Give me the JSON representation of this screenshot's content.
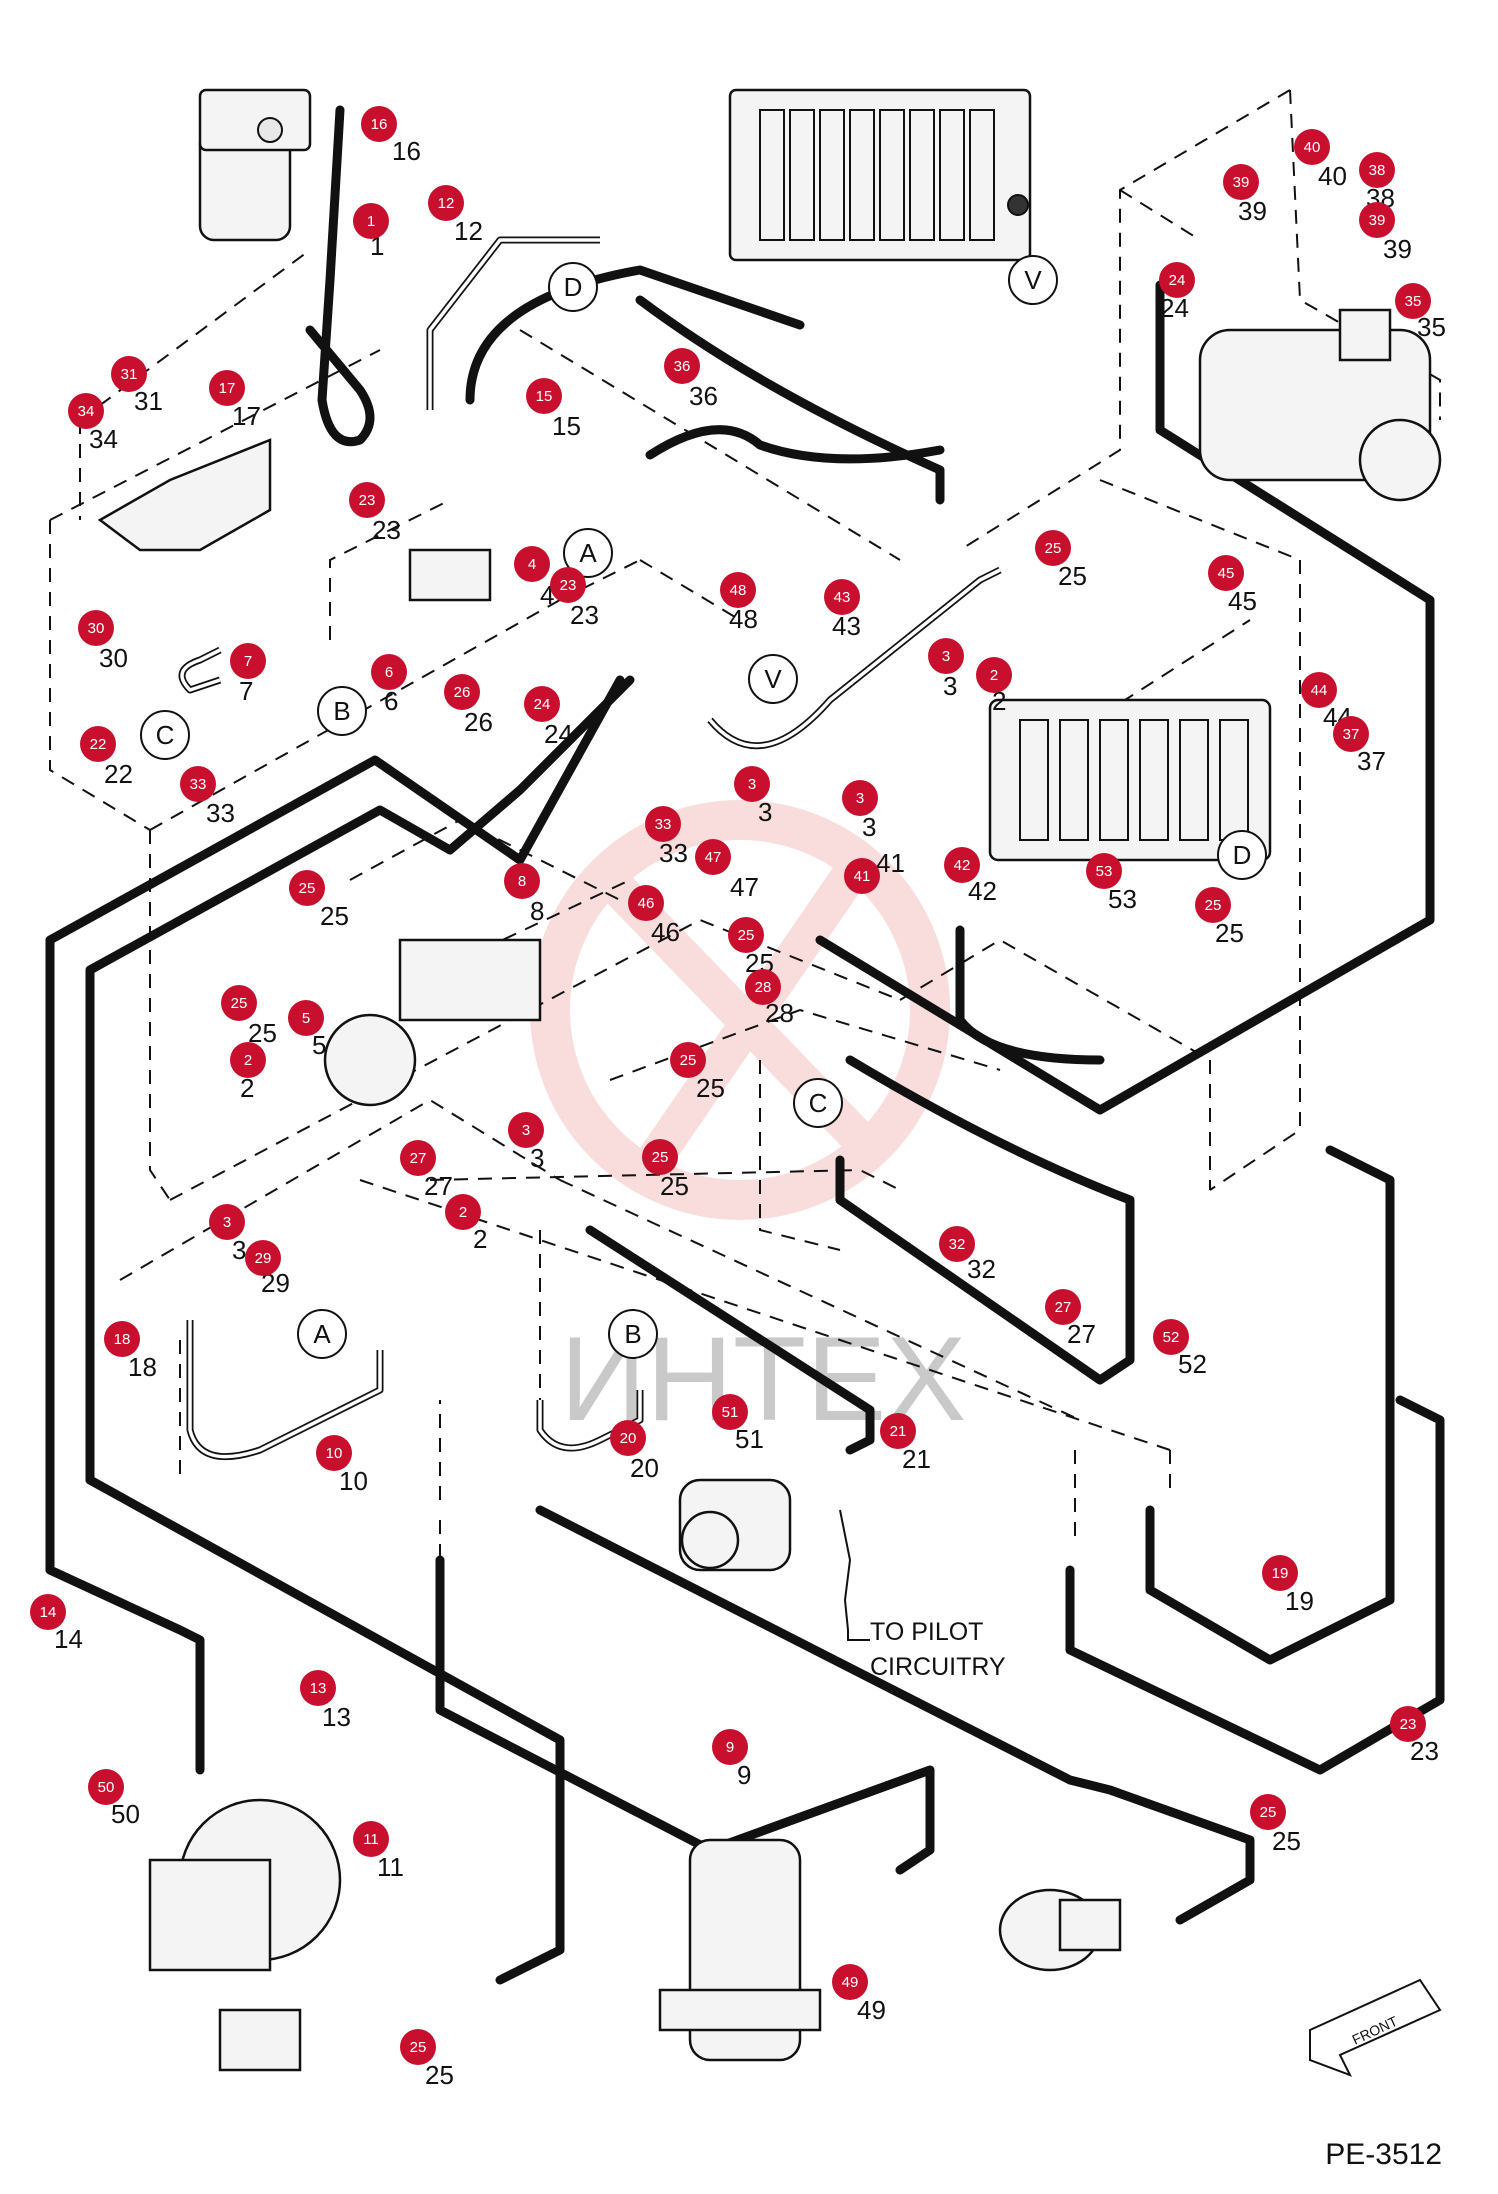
{
  "document_id": "PE-3512",
  "watermark_text": "ИНТЕХ",
  "note": [
    "TO PILOT",
    "CIRCUITRY"
  ],
  "front_arrow_label": "FRONT",
  "colors": {
    "badge": "#c8102e",
    "line": "#111111",
    "watermark": "#f2b8b8"
  },
  "circle_refs": [
    {
      "letter": "V"
    },
    {
      "letter": "D"
    },
    {
      "letter": "A"
    },
    {
      "letter": "B"
    },
    {
      "letter": "C"
    },
    {
      "letter": "V"
    },
    {
      "letter": "D"
    },
    {
      "letter": "C"
    },
    {
      "letter": "A"
    },
    {
      "letter": "B"
    }
  ],
  "callouts": [
    {
      "badge": "16",
      "label": "16"
    },
    {
      "badge": "1",
      "label": "1"
    },
    {
      "badge": "12",
      "label": "12"
    },
    {
      "badge": "40",
      "label": "40"
    },
    {
      "badge": "38",
      "label": "38"
    },
    {
      "badge": "39",
      "label": "39"
    },
    {
      "badge": "39",
      "label": "39"
    },
    {
      "badge": "24",
      "label": "24"
    },
    {
      "badge": "35",
      "label": "35"
    },
    {
      "badge": "31",
      "label": "31"
    },
    {
      "badge": "17",
      "label": "17"
    },
    {
      "badge": "34",
      "label": "34"
    },
    {
      "badge": "15",
      "label": "15"
    },
    {
      "badge": "36",
      "label": "36"
    },
    {
      "badge": "23",
      "label": "23"
    },
    {
      "badge": "4",
      "label": "4"
    },
    {
      "badge": "23",
      "label": "23"
    },
    {
      "badge": "25",
      "label": "25"
    },
    {
      "badge": "45",
      "label": "45"
    },
    {
      "badge": "48",
      "label": "48"
    },
    {
      "badge": "43",
      "label": "43"
    },
    {
      "badge": "30",
      "label": "30"
    },
    {
      "badge": "7",
      "label": "7"
    },
    {
      "badge": "6",
      "label": "6"
    },
    {
      "badge": "26",
      "label": "26"
    },
    {
      "badge": "24",
      "label": "24"
    },
    {
      "badge": "3",
      "label": "3"
    },
    {
      "badge": "2",
      "label": "2"
    },
    {
      "badge": "44",
      "label": "44"
    },
    {
      "badge": "37",
      "label": "37"
    },
    {
      "badge": "22",
      "label": "22"
    },
    {
      "badge": "33",
      "label": "33"
    },
    {
      "badge": "3",
      "label": "3"
    },
    {
      "badge": "33",
      "label": "33"
    },
    {
      "badge": "3",
      "label": "3"
    },
    {
      "badge": "41",
      "label": "41"
    },
    {
      "badge": "47",
      "label": "47"
    },
    {
      "badge": "42",
      "label": "42"
    },
    {
      "badge": "53",
      "label": "53"
    },
    {
      "badge": "25",
      "label": "25"
    },
    {
      "badge": "25",
      "label": "25"
    },
    {
      "badge": "8",
      "label": "8"
    },
    {
      "badge": "46",
      "label": "46"
    },
    {
      "badge": "25",
      "label": "25"
    },
    {
      "badge": "28",
      "label": "28"
    },
    {
      "badge": "25",
      "label": "25"
    },
    {
      "badge": "5",
      "label": "5"
    },
    {
      "badge": "2",
      "label": "2"
    },
    {
      "badge": "25",
      "label": "25"
    },
    {
      "badge": "3",
      "label": "3"
    },
    {
      "badge": "25",
      "label": "25"
    },
    {
      "badge": "27",
      "label": "27"
    },
    {
      "badge": "2",
      "label": "2"
    },
    {
      "badge": "3",
      "label": "3"
    },
    {
      "badge": "29",
      "label": "29"
    },
    {
      "badge": "32",
      "label": "32"
    },
    {
      "badge": "27",
      "label": "27"
    },
    {
      "badge": "18",
      "label": "18"
    },
    {
      "badge": "52",
      "label": "52"
    },
    {
      "badge": "51",
      "label": "51"
    },
    {
      "badge": "21",
      "label": "21"
    },
    {
      "badge": "20",
      "label": "20"
    },
    {
      "badge": "10",
      "label": "10"
    },
    {
      "badge": "19",
      "label": "19"
    },
    {
      "badge": "14",
      "label": "14"
    },
    {
      "badge": "13",
      "label": "13"
    },
    {
      "badge": "9",
      "label": "9"
    },
    {
      "badge": "23",
      "label": "23"
    },
    {
      "badge": "50",
      "label": "50"
    },
    {
      "badge": "11",
      "label": "11"
    },
    {
      "badge": "25",
      "label": "25"
    },
    {
      "badge": "25",
      "label": "25"
    },
    {
      "badge": "49",
      "label": "49"
    }
  ]
}
